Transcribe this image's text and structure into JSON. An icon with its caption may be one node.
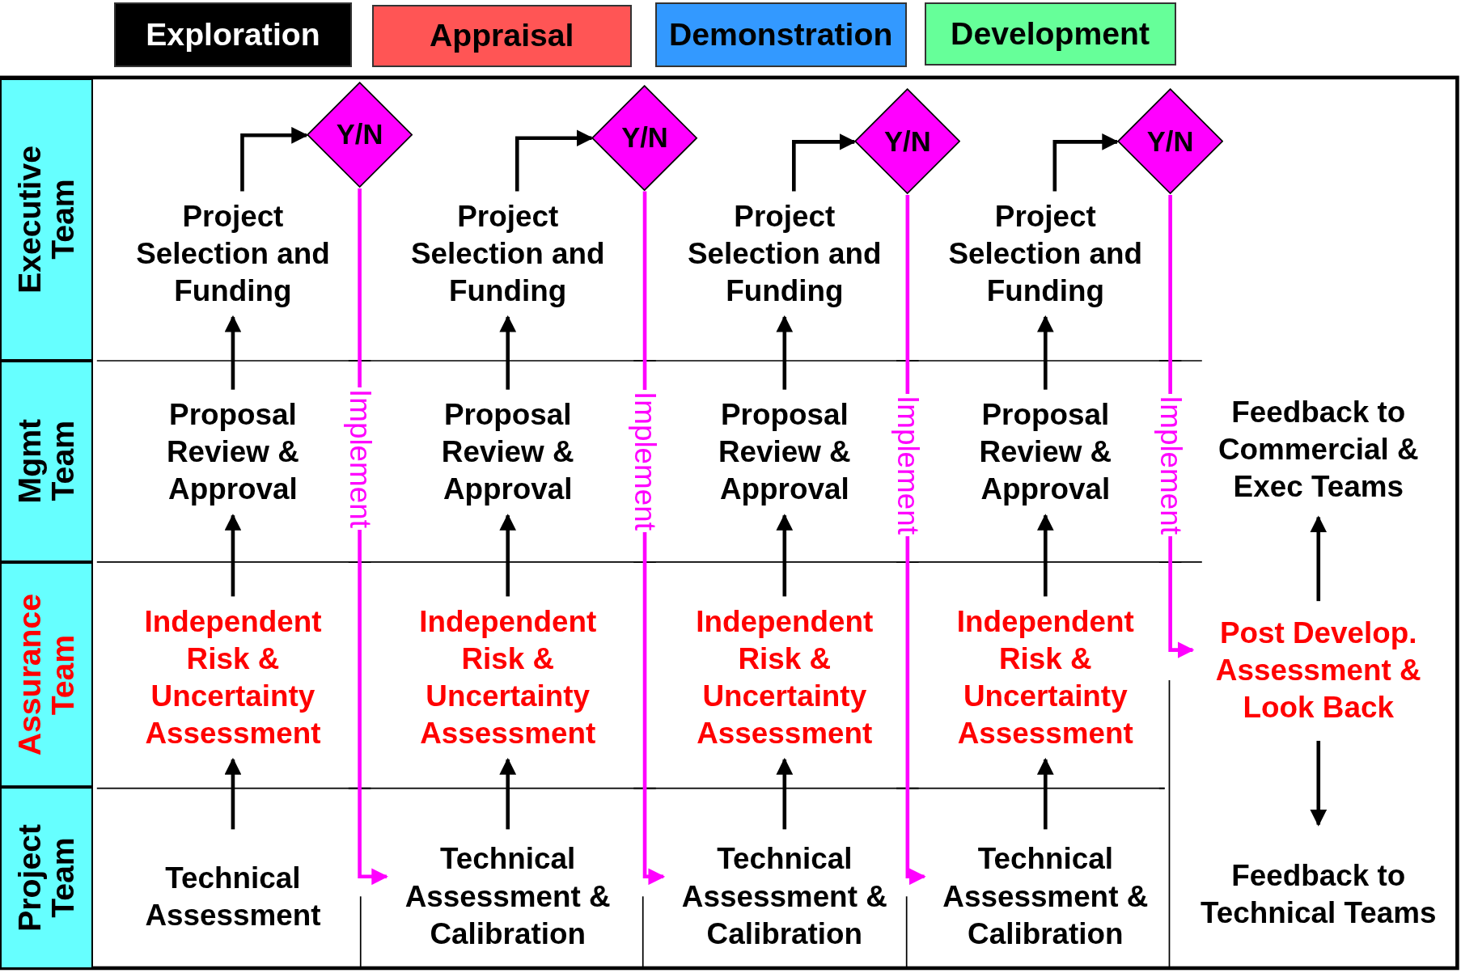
{
  "diagram": {
    "nodes": [
      {
        "text": [
          "Exploration"
        ]
      },
      {
        "text": [
          "Appraisal"
        ]
      },
      {
        "text": [
          "Demonstration"
        ]
      },
      {
        "text": [
          "Development"
        ]
      },
      {
        "text": [
          "Executive Team"
        ]
      },
      {
        "text": [
          "Mgmt Team"
        ]
      },
      {
        "text": [
          "Assurance Team"
        ]
      },
      {
        "text": [
          "Project Team"
        ]
      },
      {
        "text": [
          "Technical Assessment"
        ]
      },
      {
        "text": [
          "Independent Risk & Uncertainty Assessment"
        ]
      },
      {
        "text": [
          "Proposal Review & Approval"
        ]
      },
      {
        "text": [
          "Project Selection and Funding"
        ]
      },
      {
        "text": [
          "Y/N"
        ]
      },
      {
        "text": [
          "Technical Assessment & Calibration"
        ]
      },
      {
        "text": [
          "Independent Risk & Uncertainty Assessment"
        ]
      },
      {
        "text": [
          "Proposal Review & Approval"
        ]
      },
      {
        "text": [
          "Project Selection and Funding"
        ]
      },
      {
        "text": [
          "Y/N"
        ]
      },
      {
        "text": [
          "Technical Assessment & Calibration"
        ]
      },
      {
        "text": [
          "Independent Risk & Uncertainty Assessment"
        ]
      },
      {
        "text": [
          "Proposal Review & Approval"
        ]
      },
      {
        "text": [
          "Project Selection and Funding"
        ]
      },
      {
        "text": [
          "Y/N"
        ]
      },
      {
        "text": [
          "Technical Assessment & Calibration"
        ]
      },
      {
        "text": [
          "Independent Risk & Uncertainty Assessment"
        ]
      },
      {
        "text": [
          "Proposal Review & Approval"
        ]
      },
      {
        "text": [
          "Project Selection and Funding"
        ]
      },
      {
        "text": [
          "Y/N"
        ]
      },
      {
        "text": [
          "Post Develop. Assessment & Look Back"
        ]
      },
      {
        "text": [
          "Feedback to Commercial & Exec Teams"
        ]
      },
      {
        "text": [
          "Feedback to Technical Teams"
        ]
      }
    ],
    "edges": [
      {
        "from": 8,
        "to": 9,
        "arrow": "to"
      },
      {
        "from": 9,
        "to": 10,
        "arrow": "to"
      },
      {
        "from": 10,
        "to": 11,
        "arrow": "to"
      },
      {
        "from": 11,
        "to": 12,
        "arrow": "to"
      },
      {
        "from": 12,
        "to": 13,
        "arrow": "to",
        "label": "Implement",
        "color": "#ff00ff"
      },
      {
        "from": 13,
        "to": 14,
        "arrow": "to"
      },
      {
        "from": 14,
        "to": 15,
        "arrow": "to"
      },
      {
        "from": 15,
        "to": 16,
        "arrow": "to"
      },
      {
        "from": 16,
        "to": 17,
        "arrow": "to"
      },
      {
        "from": 17,
        "to": 18,
        "arrow": "to",
        "label": "Implement",
        "color": "#ff00ff"
      },
      {
        "from": 18,
        "to": 19,
        "arrow": "to"
      },
      {
        "from": 19,
        "to": 20,
        "arrow": "to"
      },
      {
        "from": 20,
        "to": 21,
        "arrow": "to"
      },
      {
        "from": 21,
        "to": 22,
        "arrow": "to"
      },
      {
        "from": 22,
        "to": 23,
        "arrow": "to",
        "label": "Implement",
        "color": "#ff00ff"
      },
      {
        "from": 23,
        "to": 24,
        "arrow": "to"
      },
      {
        "from": 24,
        "to": 25,
        "arrow": "to"
      },
      {
        "from": 25,
        "to": 26,
        "arrow": "to"
      },
      {
        "from": 26,
        "to": 27,
        "arrow": "to"
      },
      {
        "from": 27,
        "to": 28,
        "arrow": "to",
        "label": "Implement",
        "color": "#ff00ff"
      },
      {
        "from": 28,
        "to": 29,
        "arrow": "to"
      },
      {
        "from": 28,
        "to": 30,
        "arrow": "to"
      }
    ]
  }
}
